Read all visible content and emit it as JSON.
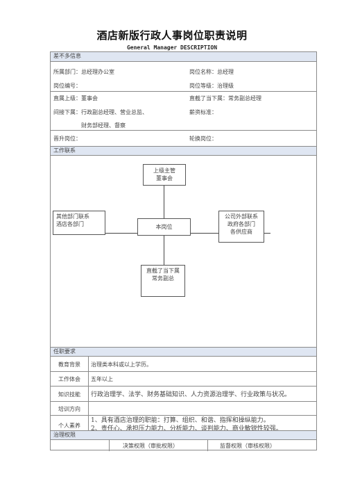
{
  "doc": {
    "title": "酒店新版行政人事岗位职责说明",
    "subtitle": "General Manager DESCRIPTION"
  },
  "basic": {
    "section": "差不多信息",
    "dept": "所属部门：总经理办公室",
    "position_name": "岗位名称：总经理",
    "position_no": "岗位编号：",
    "position_level": "岗位等级：治理级",
    "direct_superior": "直属上级：董事会",
    "direct_subordinate": "直截了当下属：常务副总经理",
    "indirect_sub_1": "间接下属：行政副总经理、营业总监、",
    "indirect_sub_2": "财务部经理、督察",
    "salary": "薪资标准：",
    "promotion": "晋升岗位：",
    "rotation": "轮换岗位："
  },
  "relations": {
    "section": "工作联系",
    "superior_title": "上级主管",
    "superior_name": "董事会",
    "internal_title": "其他部门联系",
    "internal_name": "酒店各部门",
    "self": "本岗位",
    "external_title": "公司外部联系",
    "external_line1": "政府各部门",
    "external_line2": "各供应商",
    "subordinate_title": "直截了当下属",
    "subordinate_name": "常务副总"
  },
  "requirements": {
    "section": "任职要求",
    "rows": [
      {
        "label": "教育背景",
        "value": "治理类本科或以上学历。"
      },
      {
        "label": "工作体会",
        "value": "五年以上"
      },
      {
        "label": "知识技能",
        "value": "行政治理学、法学、财务基础知识、人力资源治理学、行业政策与状况。"
      },
      {
        "label": "培训方向",
        "value": ""
      },
      {
        "label": "个人素养",
        "value1": "1、具有酒店治理的职能：打算、组织、和谐、指挥和操纵能力。",
        "value2": "2、责任心、承担压力能力、分析能力、谈判能力、商业敏锐性较强。"
      }
    ]
  },
  "authority": {
    "section": "治理权限",
    "col1": "决策权限（审批权限）",
    "col2": "监督权限（审核权限）"
  }
}
